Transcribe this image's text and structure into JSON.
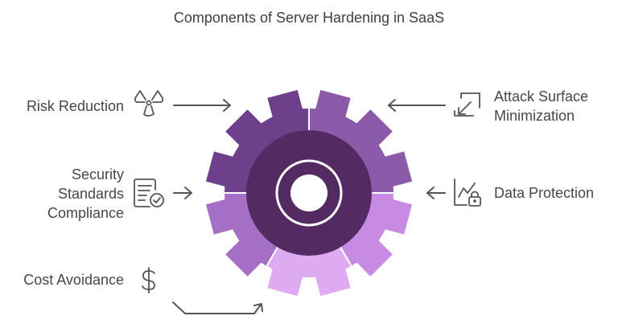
{
  "title": "Components of Server Hardening in SaaS",
  "components": [
    {
      "label_lines": [
        "Risk Reduction"
      ],
      "icon": "radiation-icon",
      "color": "#6e3f8a"
    },
    {
      "label_lines": [
        "Attack Surface",
        "Minimization"
      ],
      "icon": "minimize-arrow-icon",
      "color": "#8b5aa8"
    },
    {
      "label_lines": [
        "Security",
        "Standards",
        "Compliance"
      ],
      "icon": "document-check-icon",
      "color": "#a46fc4"
    },
    {
      "label_lines": [
        "Data Protection"
      ],
      "icon": "chart-lock-icon",
      "color": "#c78be3"
    },
    {
      "label_lines": [
        "Cost Avoidance"
      ],
      "icon": "dollar-icon",
      "color": "#deaaf2"
    }
  ],
  "center_color": "#542a63"
}
